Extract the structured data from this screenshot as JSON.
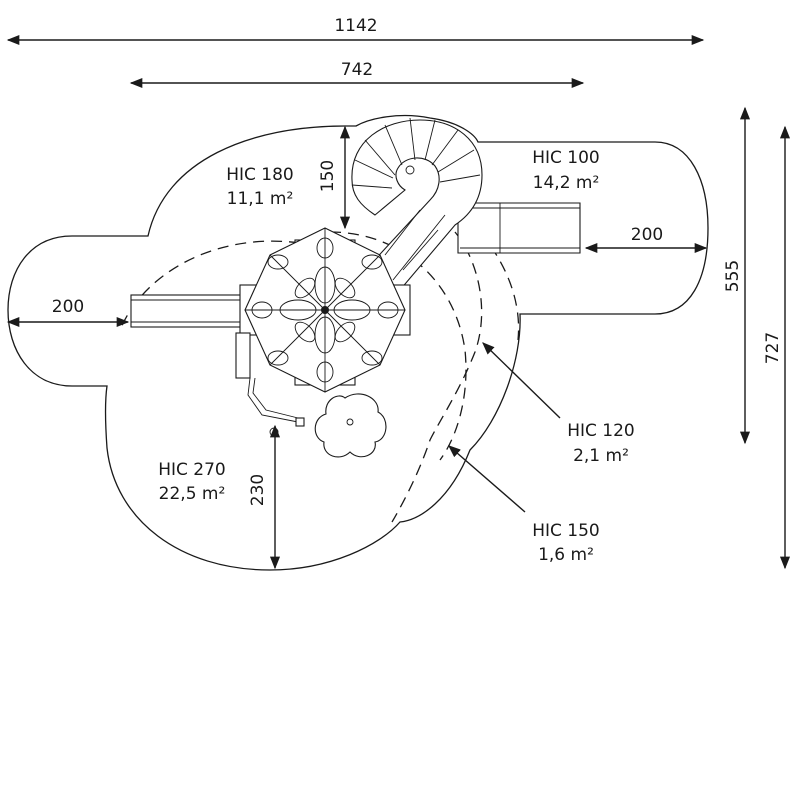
{
  "dimensions": {
    "overall_width": "1142",
    "platform_width": "742",
    "depth_inner": "555",
    "depth_outer": "727",
    "left_clearance": "200",
    "right_clearance": "200",
    "top_offset": "150",
    "bottom_offset": "230"
  },
  "zones": [
    {
      "hic": "HIC 180",
      "area": "11,1 m²"
    },
    {
      "hic": "HIC 100",
      "area": "14,2 m²"
    },
    {
      "hic": "HIC 270",
      "area": "22,5 m²"
    },
    {
      "hic": "HIC 120",
      "area": "2,1 m²"
    },
    {
      "hic": "HIC 150",
      "area": "1,6 m²"
    }
  ]
}
